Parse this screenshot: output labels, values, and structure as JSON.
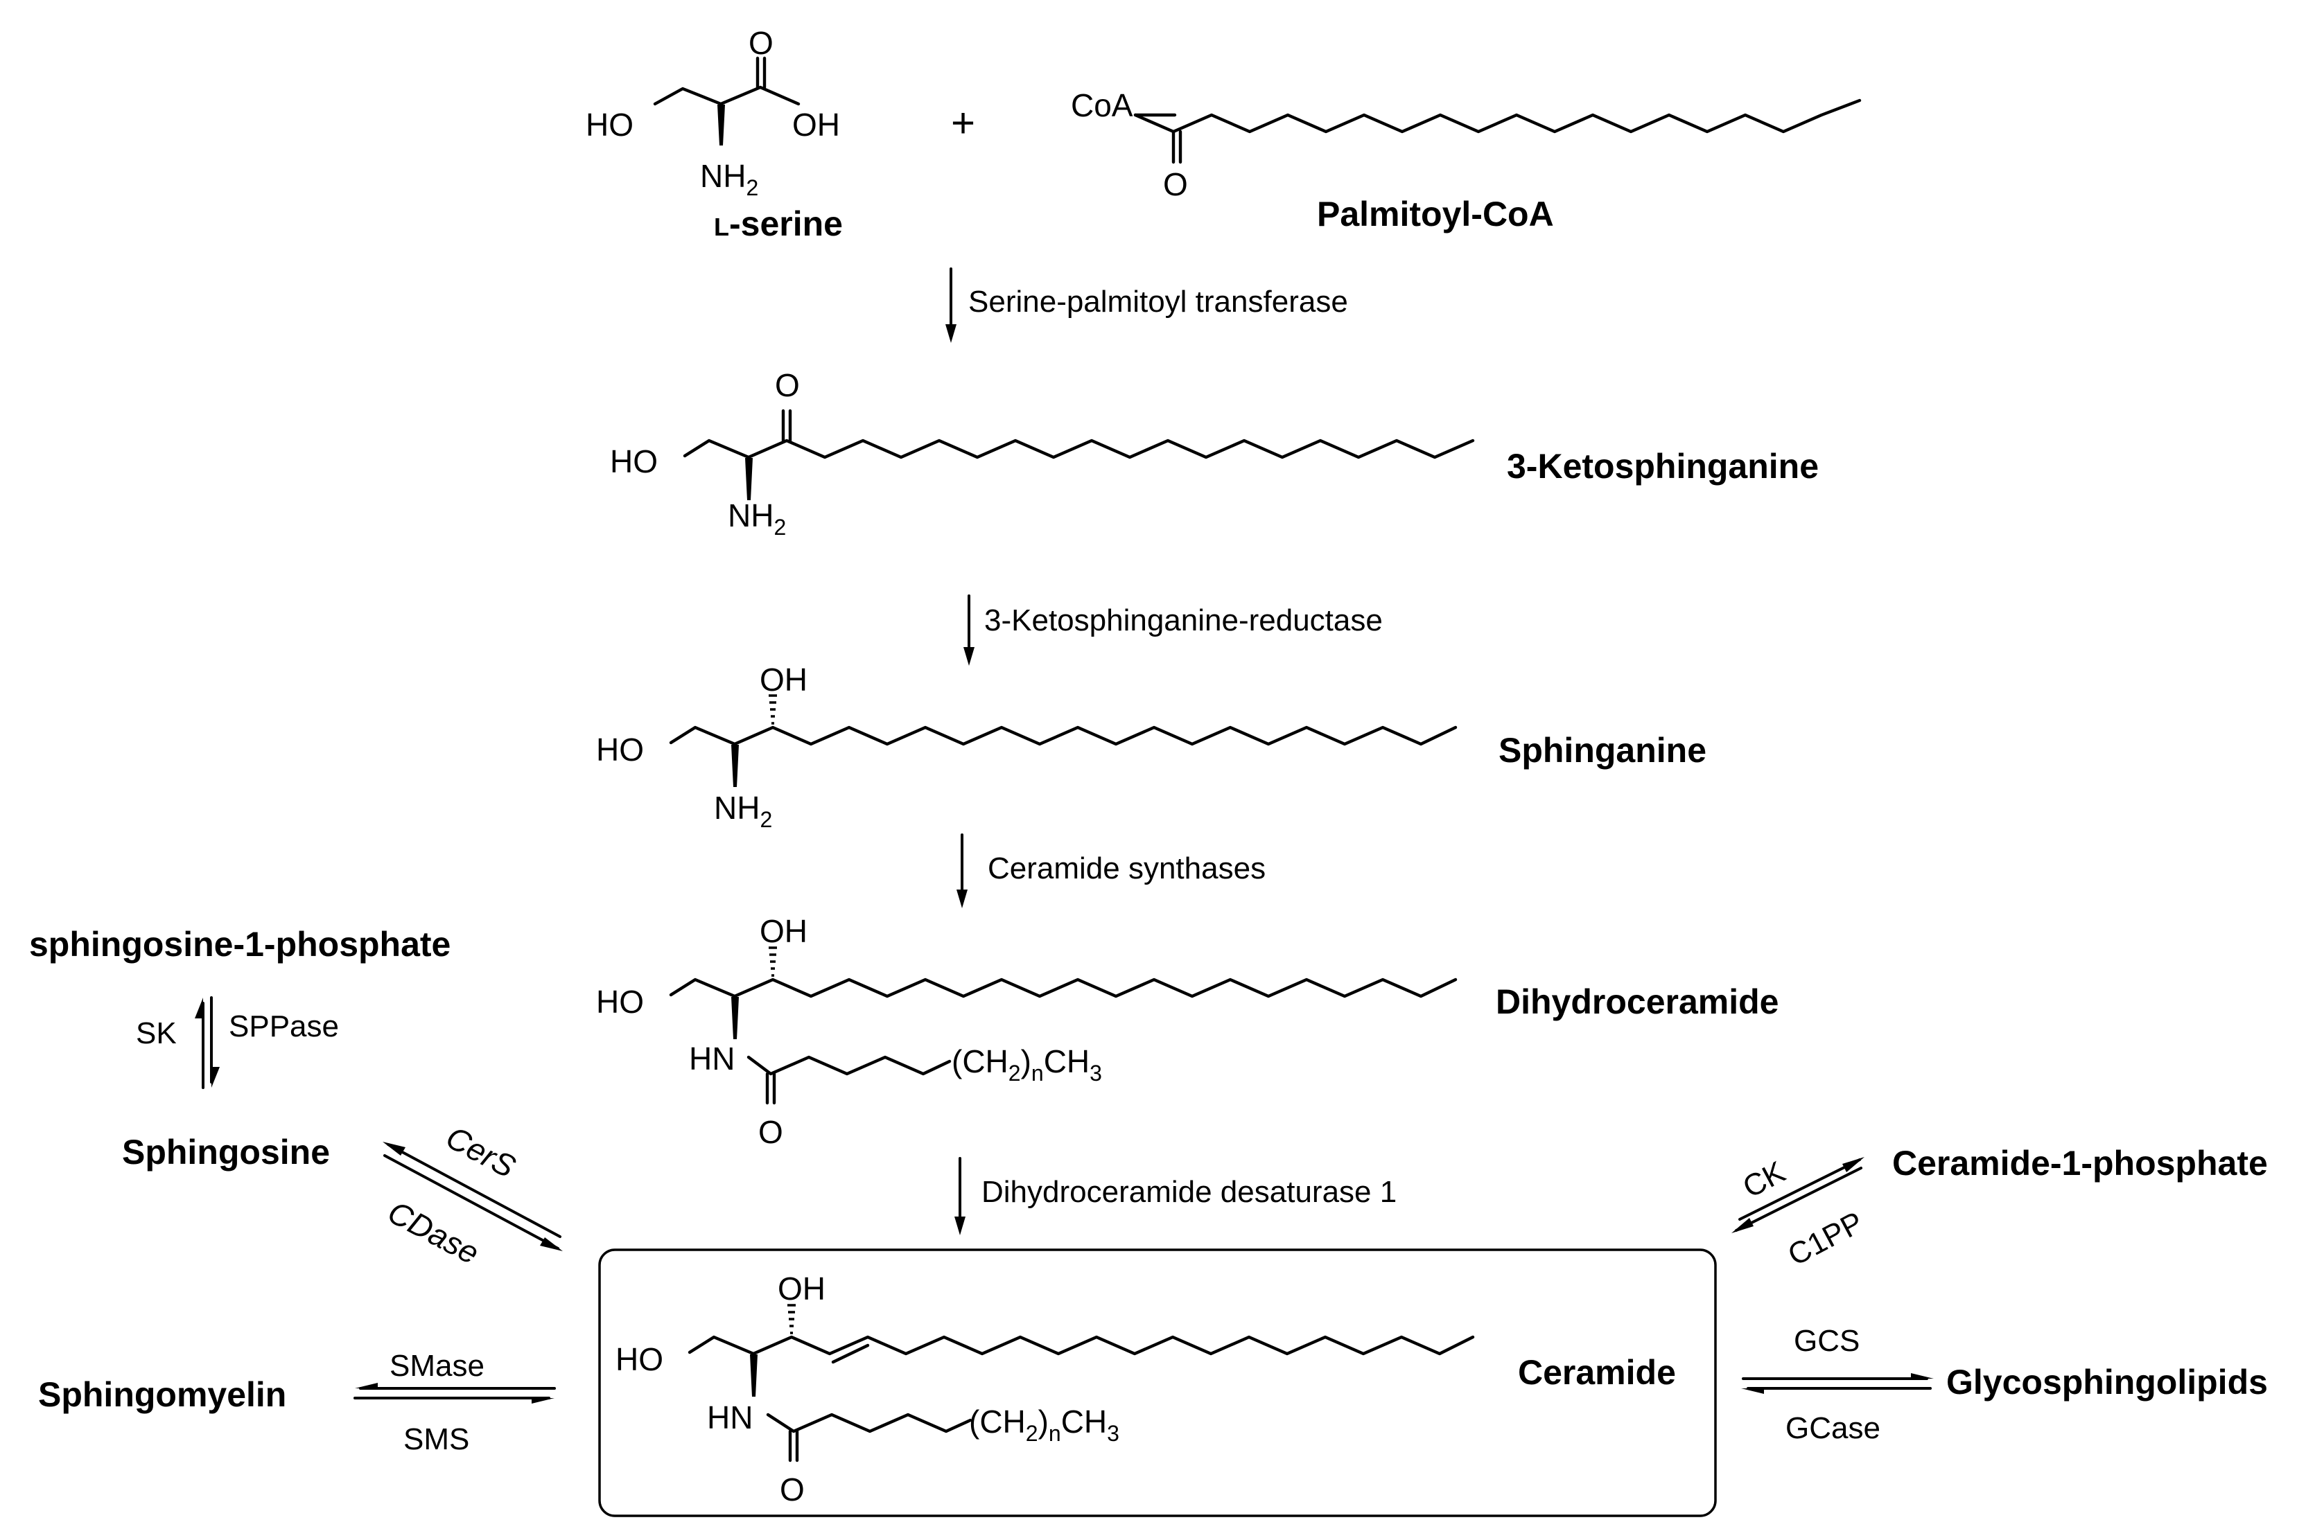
{
  "compounds": {
    "serine": {
      "label_small": "L",
      "label_rest": "-serine",
      "ho": "HO",
      "oh": "OH",
      "o": "O",
      "nh": "NH",
      "nh_sub": "2"
    },
    "palmitoyl": {
      "label": "Palmitoyl-CoA",
      "coa": "CoA",
      "o": "O"
    },
    "plus": "+",
    "ketosphinganine": {
      "label": "3-Ketosphinganine",
      "ho": "HO",
      "o": "O",
      "nh": "NH",
      "nh_sub": "2"
    },
    "sphinganine": {
      "label": "Sphinganine",
      "ho": "HO",
      "oh": "OH",
      "nh": "NH",
      "nh_sub": "2"
    },
    "dihydroceramide": {
      "label": "Dihydroceramide",
      "ho": "HO",
      "oh": "OH",
      "hn": "HN",
      "o": "O",
      "chain_a": "(CH",
      "chain_sub1": "2",
      "chain_b": ")",
      "chain_sub2": "n",
      "chain_c": "CH",
      "chain_sub3": "3"
    },
    "ceramide": {
      "label": "Ceramide",
      "ho": "HO",
      "oh": "OH",
      "hn": "HN",
      "o": "O",
      "chain_a": "(CH",
      "chain_sub1": "2",
      "chain_b": ")",
      "chain_sub2": "n",
      "chain_c": "CH",
      "chain_sub3": "3"
    },
    "s1p": "sphingosine-1-phosphate",
    "sphingosine": "Sphingosine",
    "sphingomyelin": "Sphingomyelin",
    "c1p": "Ceramide-1-phosphate",
    "glyco": "Glycosphingolipids"
  },
  "enzymes": {
    "spt": "Serine-palmitoyl transferase",
    "ksr": "3-Ketosphinganine-reductase",
    "cers_synth": "Ceramide synthases",
    "des1": "Dihydroceramide desaturase 1",
    "sk": "SK",
    "sppase": "SPPase",
    "cers": "CerS",
    "cdase": "CDase",
    "smase": "SMase",
    "sms": "SMS",
    "ck": "CK",
    "c1pp": "C1PP",
    "gcs": "GCS",
    "gcase": "GCase"
  }
}
